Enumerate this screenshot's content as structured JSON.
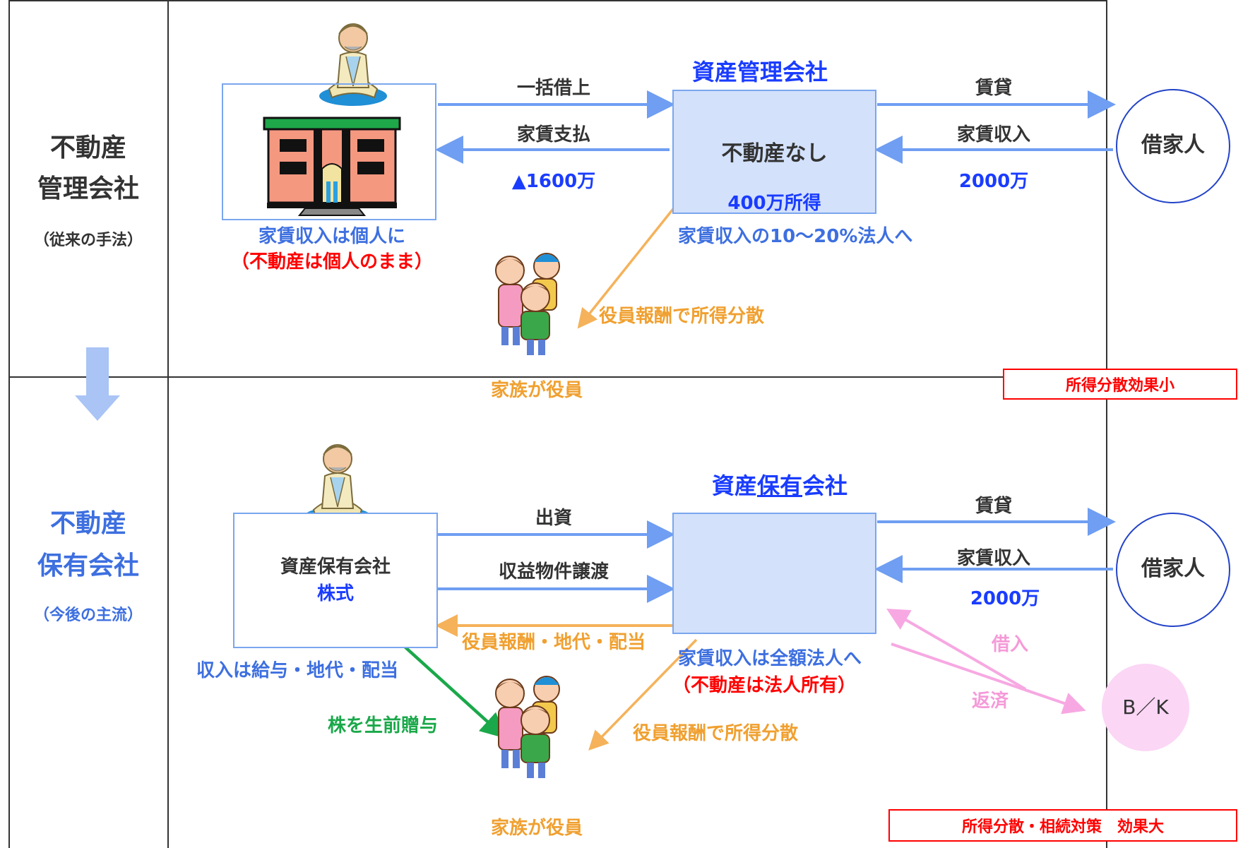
{
  "colors": {
    "frame": "#333333",
    "blue_arrow": "#6f9ef2",
    "box_fill": "#d3e1fb",
    "text_blue": "#1a3cff",
    "text_red": "#ff0000",
    "text_orange": "#f0a030",
    "text_green": "#1aa84a",
    "text_pink": "#f59ad8"
  },
  "icons": {
    "elder": "elderly-man-icon",
    "building": "building-icon",
    "family": "family-icon"
  },
  "left_column": {
    "top": {
      "line1": "不動産",
      "line2": "管理会社",
      "sub": "（従来の手法）"
    },
    "bottom": {
      "line1": "不動産",
      "line2": "保有会社",
      "sub": "（今後の主流）"
    }
  },
  "top_section": {
    "company_title": "資産管理会社",
    "company_box": {
      "main": "不動産なし",
      "income": "400万所得"
    },
    "arrow_lease": "一括借上",
    "arrow_rent_pay": "家賃支払",
    "rent_pay_amount": "▲1600万",
    "arrow_rental": "賃貸",
    "arrow_rent_income": "家賃収入",
    "rent_income_amount": "2000万",
    "tenant": "借家人",
    "individual_note1": "家賃収入は個人に",
    "individual_note2": "（不動産は個人のまま）",
    "corp_note": "家賃収入の10～20%法人へ",
    "officer_pay": "役員報酬で所得分散",
    "family_label": "家族が役員",
    "effect": "所得分散効果小"
  },
  "bottom_section": {
    "company_title_pre": "資産",
    "company_title_mid": "保有",
    "company_title_post": "会社",
    "owner_box": {
      "line1": "資産保有会社",
      "line2": "株式"
    },
    "arrow_invest": "出資",
    "arrow_transfer": "収益物件譲渡",
    "arrow_pay_back": "役員報酬・地代・配当",
    "arrow_rental": "賃貸",
    "arrow_rent_income": "家賃収入",
    "rent_income_amount": "2000万",
    "tenant": "借家人",
    "income_note": "収入は給与・地代・配当",
    "gift_note": "株を生前贈与",
    "corp_note1": "家賃収入は全額法人へ",
    "corp_note2": "（不動産は法人所有）",
    "officer_pay": "役員報酬で所得分散",
    "family_label": "家族が役員",
    "borrow": "借入",
    "repay": "返済",
    "bank": "B／K",
    "effect": "所得分散・相続対策　効果大"
  }
}
